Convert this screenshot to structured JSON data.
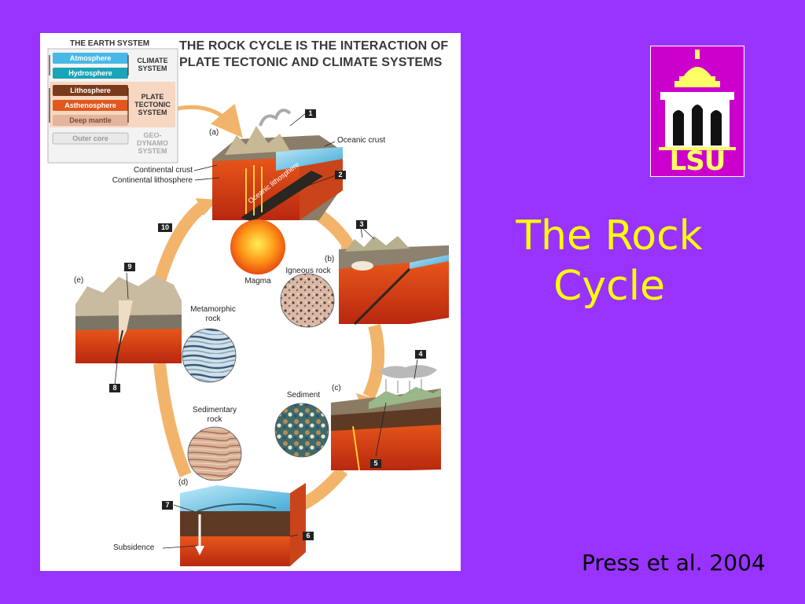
{
  "slide": {
    "title_line1": "The Rock",
    "title_line2": "Cycle",
    "citation": "Press et al. 2004",
    "colors": {
      "background": "#9933ff",
      "title": "#ffff00",
      "logo_bg": "#cc00cc",
      "logo_fg": "#ffff66"
    }
  },
  "logo": {
    "text": "LSU",
    "icon": "lsu-memorial-tower-logo"
  },
  "figure": {
    "title": "THE ROCK CYCLE IS THE INTERACTION OF PLATE TECTONIC AND CLIMATE SYSTEMS",
    "earth_system": {
      "heading": "THE EARTH SYSTEM",
      "layers": [
        "Atmosphere",
        "Hydrosphere",
        "Lithosphere",
        "Asthenosphere",
        "Deep mantle",
        "Outer core"
      ],
      "systems": {
        "climate": [
          "CLIMATE",
          "SYSTEM"
        ],
        "plate": [
          "PLATE",
          "TECTONIC",
          "SYSTEM"
        ],
        "geo": [
          "GEO-",
          "DYNAMO",
          "SYSTEM"
        ]
      }
    },
    "stages": [
      "(a)",
      "(b)",
      "(c)",
      "(d)",
      "(e)"
    ],
    "labels": {
      "oceanic_crust": "Oceanic crust",
      "continental_crust": "Continental crust",
      "continental_lithosphere": "Continental lithosphere",
      "oceanic_lithosphere": "Oceanic lithosphere",
      "magma": "Magma",
      "igneous_rock": "Igneous rock",
      "sediment": "Sediment",
      "sedimentary_rock_1": "Sedimentary",
      "sedimentary_rock_2": "rock",
      "metamorphic_rock_1": "Metamorphic",
      "metamorphic_rock_2": "rock",
      "subsidence": "Subsidence"
    },
    "numbers": [
      "1",
      "2",
      "3",
      "4",
      "5",
      "6",
      "7",
      "8",
      "9",
      "10"
    ]
  }
}
